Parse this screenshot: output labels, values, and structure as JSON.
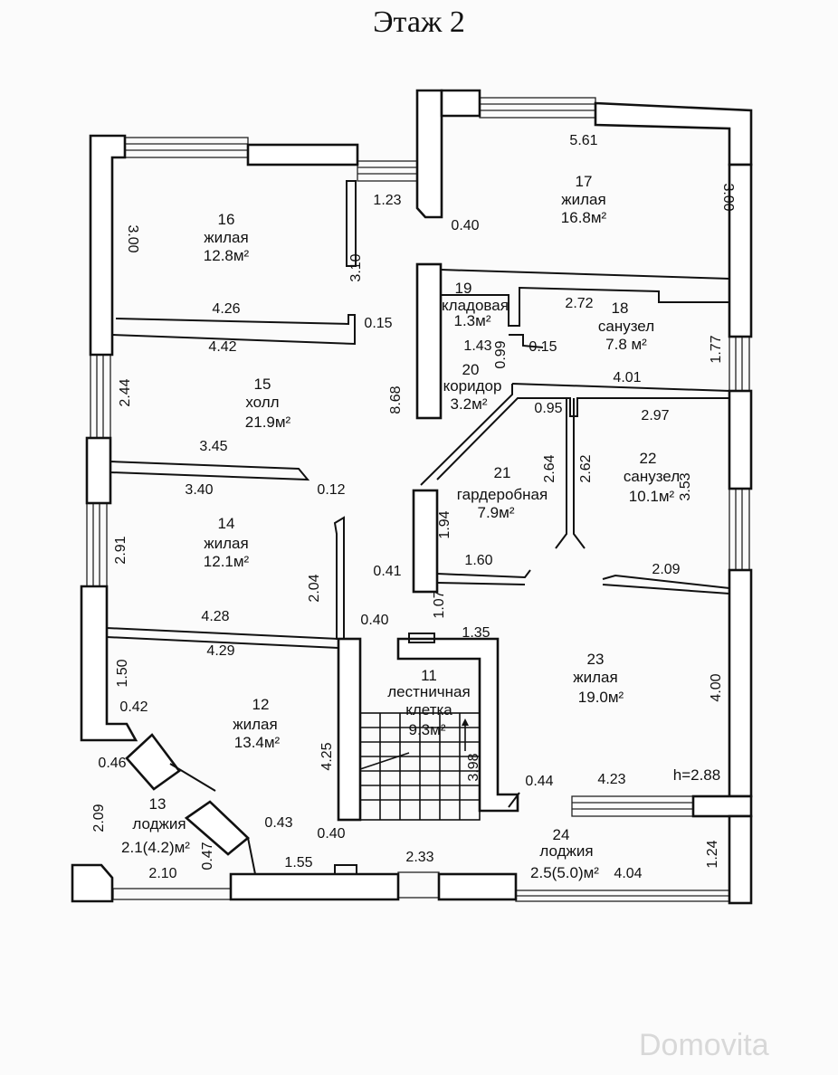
{
  "title": "Этаж 2",
  "watermark": "Domovita",
  "ceiling_height": "h=2.88",
  "rooms": [
    {
      "id": "r11",
      "number": "11",
      "name": "лестничная",
      "name2": "клетка",
      "area": "9.3м²"
    },
    {
      "id": "r12",
      "number": "12",
      "name": "жилая",
      "area": "13.4м²"
    },
    {
      "id": "r13",
      "number": "13",
      "name": "лоджия",
      "area": "2.1(4.2)м²"
    },
    {
      "id": "r14",
      "number": "14",
      "name": "жилая",
      "area": "12.1м²"
    },
    {
      "id": "r15",
      "number": "15",
      "name": "холл",
      "area": "21.9м²"
    },
    {
      "id": "r16",
      "number": "16",
      "name": "жилая",
      "area": "12.8м²"
    },
    {
      "id": "r17",
      "number": "17",
      "name": "жилая",
      "area": "16.8м²"
    },
    {
      "id": "r18",
      "number": "18",
      "name": "санузел",
      "area": "7.8 м²"
    },
    {
      "id": "r19",
      "number": "19",
      "name": "кладовая",
      "area": "1.3м²"
    },
    {
      "id": "r20",
      "number": "20",
      "name": "коридор",
      "area": "3.2м²"
    },
    {
      "id": "r21",
      "number": "21",
      "name": "гардеробная",
      "area": "7.9м²"
    },
    {
      "id": "r22",
      "number": "22",
      "name": "санузел",
      "area": "10.1м²"
    },
    {
      "id": "r23",
      "number": "23",
      "name": "жилая",
      "area": "19.0м²"
    },
    {
      "id": "r24",
      "number": "24",
      "name": "лоджия",
      "area": "2.5(5.0)м²"
    }
  ],
  "dimensions": [
    {
      "id": "d561",
      "value": "5.61"
    },
    {
      "id": "d300r",
      "value": "3.00"
    },
    {
      "id": "d123",
      "value": "1.23"
    },
    {
      "id": "d040a",
      "value": "0.40"
    },
    {
      "id": "d300l",
      "value": "3.00"
    },
    {
      "id": "d310",
      "value": "3.10"
    },
    {
      "id": "d426",
      "value": "4.26"
    },
    {
      "id": "d015a",
      "value": "0.15"
    },
    {
      "id": "d442",
      "value": "4.42"
    },
    {
      "id": "d272",
      "value": "2.72"
    },
    {
      "id": "d143",
      "value": "1.43"
    },
    {
      "id": "d099",
      "value": "0.99"
    },
    {
      "id": "d015b",
      "value": "0.15"
    },
    {
      "id": "d177",
      "value": "1.77"
    },
    {
      "id": "d244",
      "value": "2.44"
    },
    {
      "id": "d868",
      "value": "8.68"
    },
    {
      "id": "d401",
      "value": "4.01"
    },
    {
      "id": "d095",
      "value": "0.95"
    },
    {
      "id": "d297",
      "value": "2.97"
    },
    {
      "id": "d345",
      "value": "3.45"
    },
    {
      "id": "d264",
      "value": "2.64"
    },
    {
      "id": "d262",
      "value": "2.62"
    },
    {
      "id": "d353",
      "value": "3.53"
    },
    {
      "id": "d340",
      "value": "3.40"
    },
    {
      "id": "d012",
      "value": "0.12"
    },
    {
      "id": "d194",
      "value": "1.94"
    },
    {
      "id": "d291",
      "value": "2.91"
    },
    {
      "id": "d204",
      "value": "2.04"
    },
    {
      "id": "d041",
      "value": "0.41"
    },
    {
      "id": "d160",
      "value": "1.60"
    },
    {
      "id": "d209",
      "value": "2.09"
    },
    {
      "id": "d107",
      "value": "1.07"
    },
    {
      "id": "d428",
      "value": "4.28"
    },
    {
      "id": "d040b",
      "value": "0.40"
    },
    {
      "id": "d135",
      "value": "1.35"
    },
    {
      "id": "d429",
      "value": "4.29"
    },
    {
      "id": "d150",
      "value": "1.50"
    },
    {
      "id": "d400",
      "value": "4.00"
    },
    {
      "id": "d042",
      "value": "0.42"
    },
    {
      "id": "d425",
      "value": "4.25"
    },
    {
      "id": "d398",
      "value": "3.98"
    },
    {
      "id": "d046",
      "value": "0.46"
    },
    {
      "id": "d044",
      "value": "0.44"
    },
    {
      "id": "d423",
      "value": "4.23"
    },
    {
      "id": "d209b",
      "value": "2.09"
    },
    {
      "id": "d043",
      "value": "0.43"
    },
    {
      "id": "d040c",
      "value": "0.40"
    },
    {
      "id": "d124",
      "value": "1.24"
    },
    {
      "id": "d047",
      "value": "0.47"
    },
    {
      "id": "d155",
      "value": "1.55"
    },
    {
      "id": "d233",
      "value": "2.33"
    },
    {
      "id": "d210",
      "value": "2.10"
    },
    {
      "id": "d404",
      "value": "4.04"
    }
  ]
}
